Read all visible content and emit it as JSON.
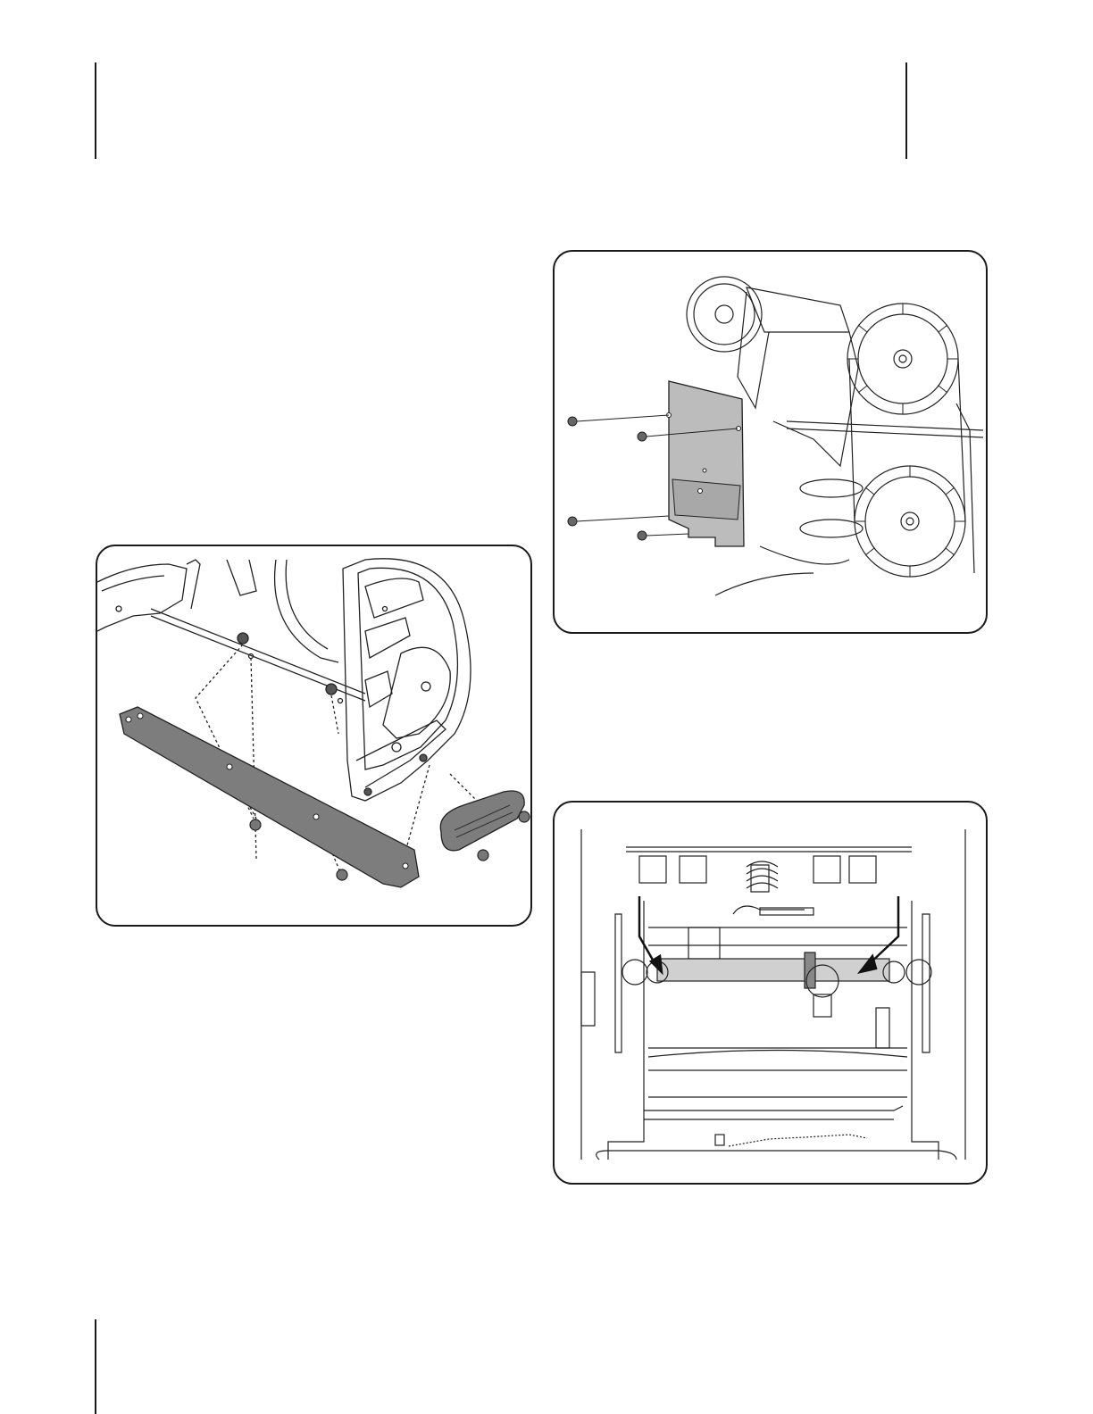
{
  "page": {
    "figures": [
      {
        "id": "skid-shoe-shave-plate",
        "description_icon": "shave-plate-and-skid-shoe-illustration"
      },
      {
        "id": "belt-cover-removal",
        "description_icon": "belt-cover-and-pulleys-illustration"
      },
      {
        "id": "drive-shaft-view",
        "description_icon": "drive-shaft-with-arrows-illustration"
      }
    ]
  }
}
